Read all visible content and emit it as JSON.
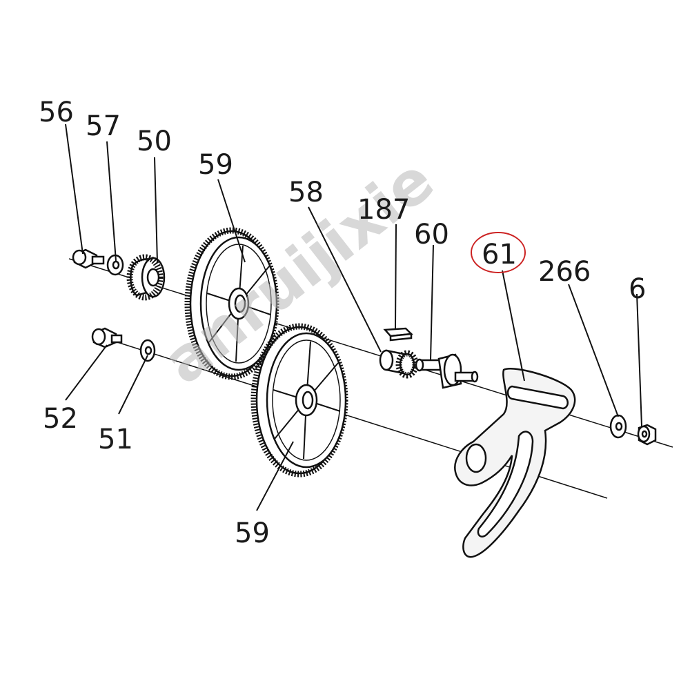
{
  "callouts": {
    "c56": "56",
    "c57": "57",
    "c50": "50",
    "c59a": "59",
    "c58": "58",
    "c187": "187",
    "c60": "60",
    "c61": "61",
    "c266": "266",
    "c6": "6",
    "c52": "52",
    "c51": "51",
    "c59b": "59"
  },
  "watermark": "anruijixie",
  "highlight": {
    "callout": "61",
    "color": "#cc2222"
  },
  "colors": {
    "line": "#111111",
    "watermark": "#b9b9b9"
  }
}
